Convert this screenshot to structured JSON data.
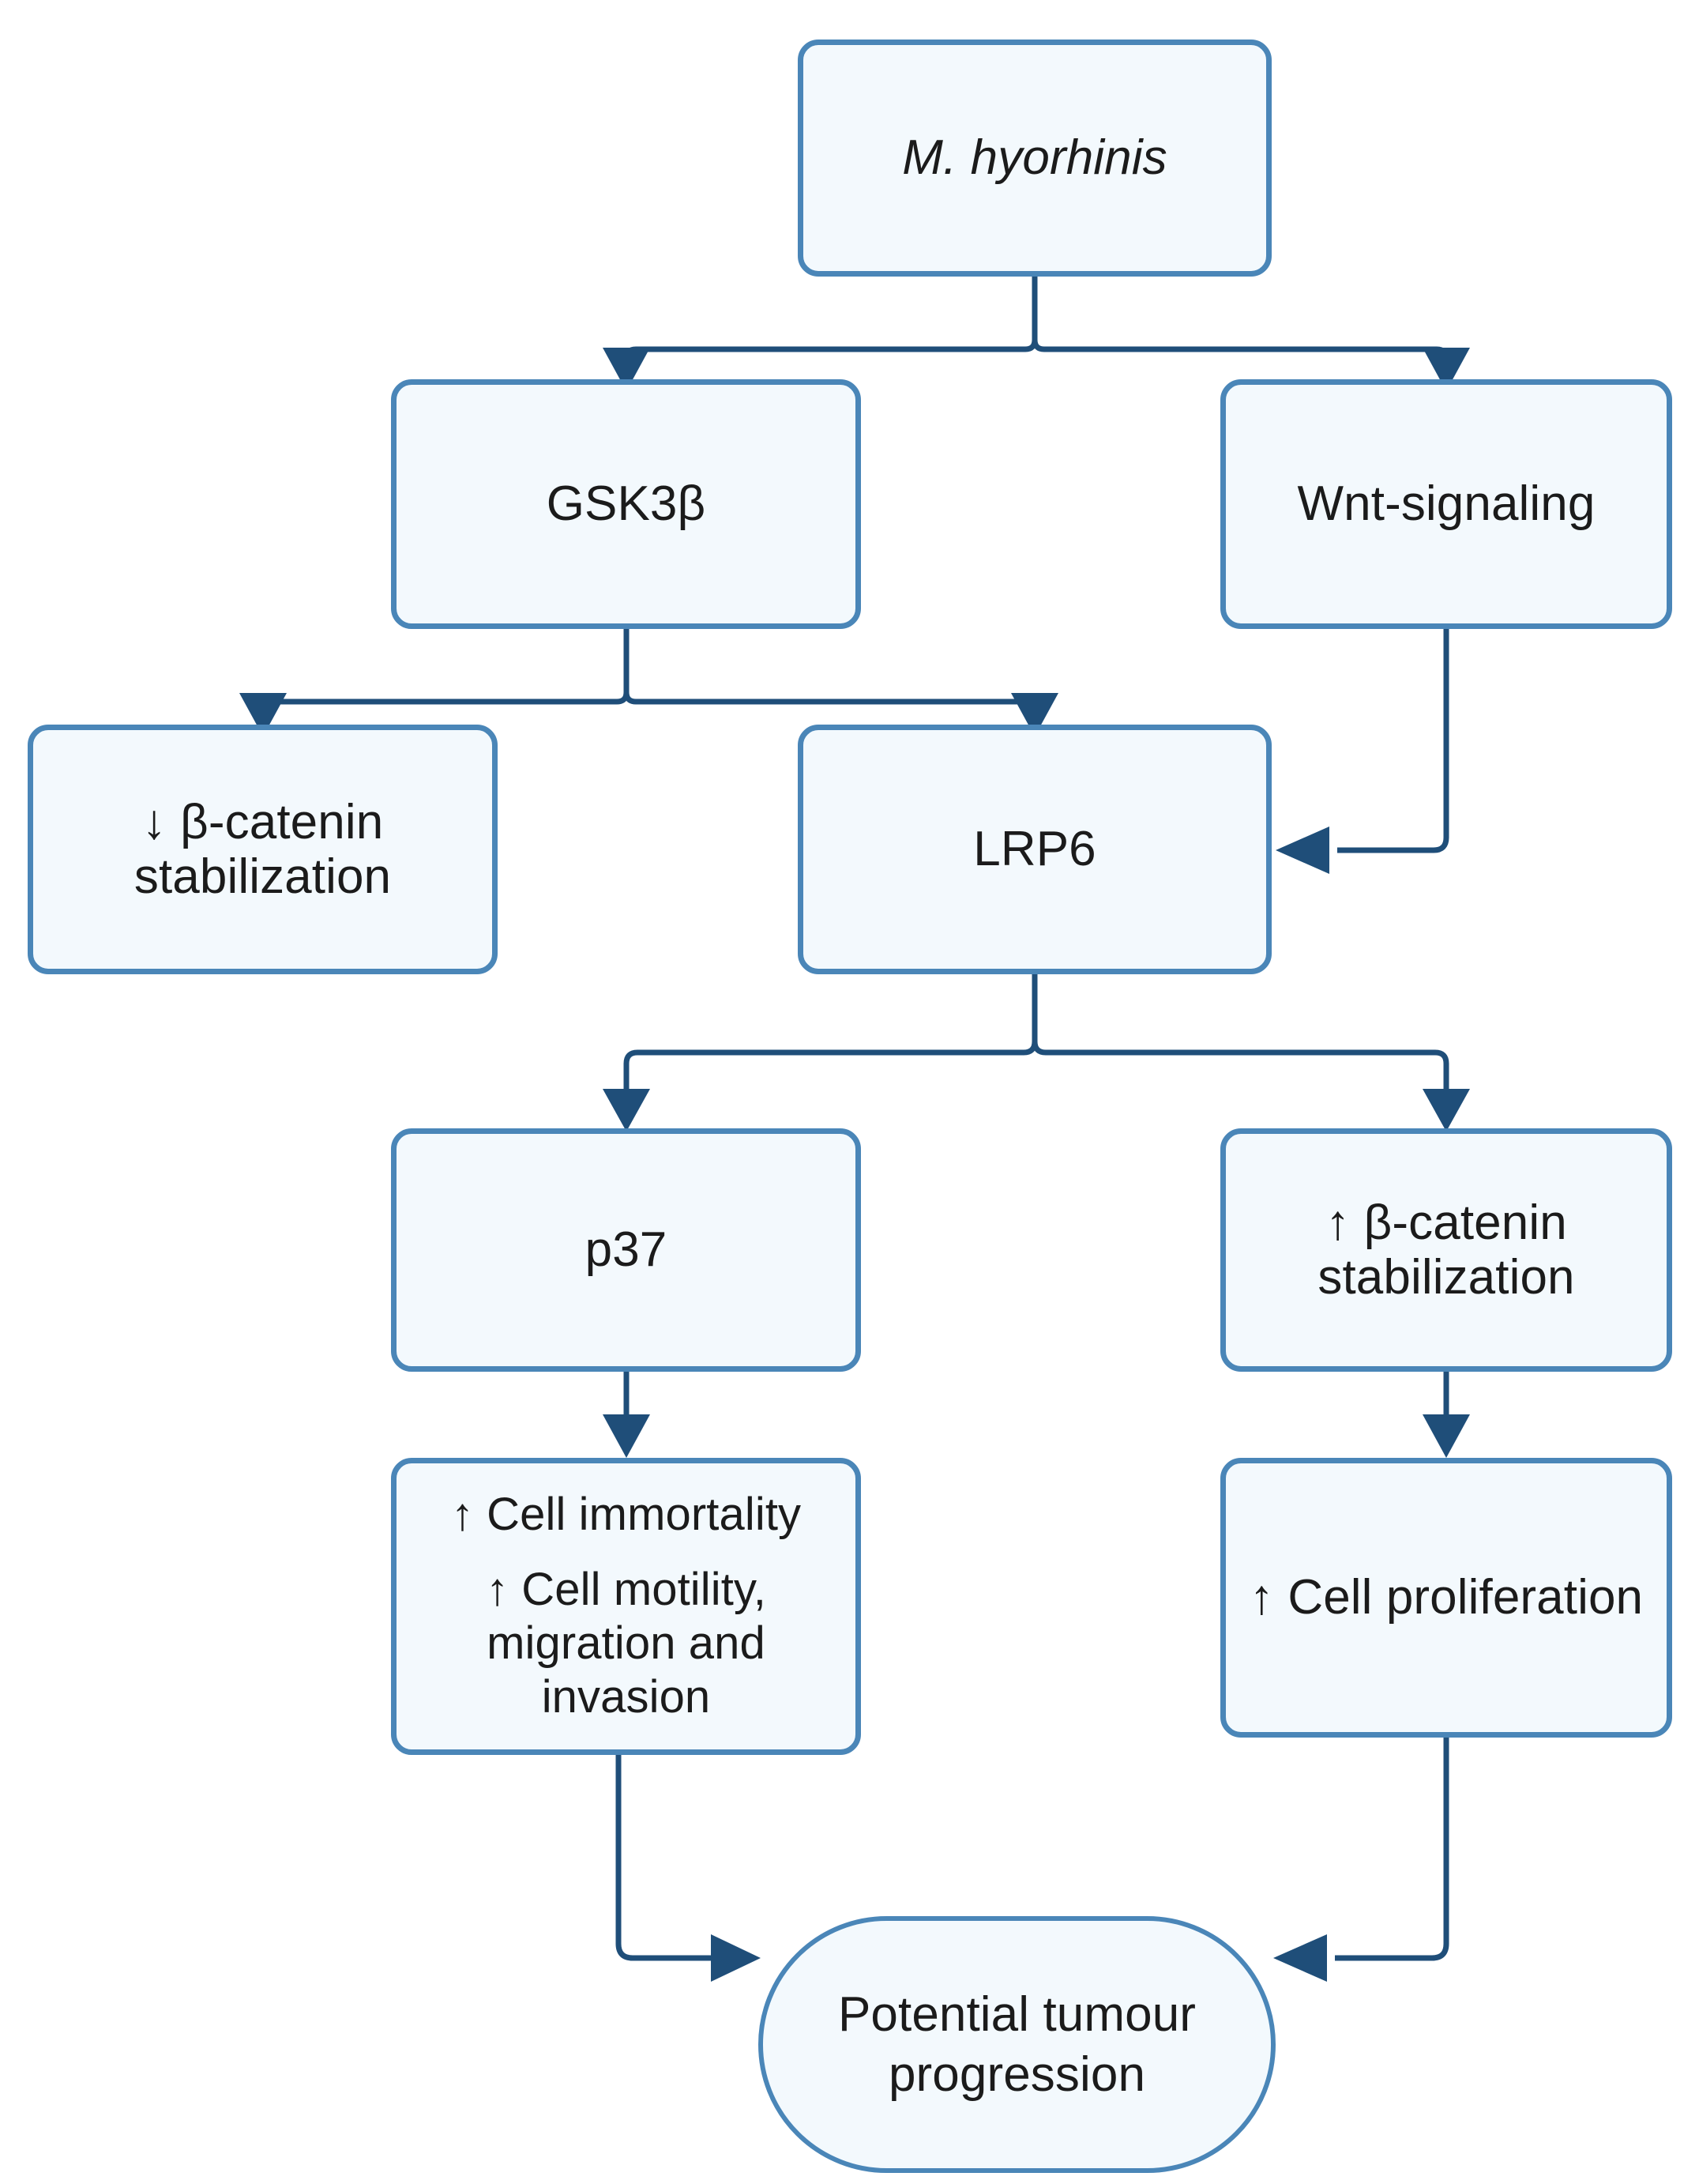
{
  "diagram": {
    "type": "flowchart",
    "title": "M. hyorhinis Wnt/GSK3β signaling pathway leading to tumour progression",
    "colors": {
      "node_fill": "#f3f9fd",
      "node_border": "#4a86b8",
      "edge": "#1f4e79",
      "text": "#1b1b1b",
      "background": "#ffffff"
    },
    "nodes": [
      {
        "id": "mhyorhinis",
        "label": "M. hyorhinis",
        "shape": "rounded-rect",
        "italic": true
      },
      {
        "id": "gsk3b",
        "label": "GSK3β",
        "shape": "rounded-rect",
        "italic": false
      },
      {
        "id": "wnt",
        "label": "Wnt-signaling",
        "shape": "rounded-rect",
        "italic": false
      },
      {
        "id": "bcat_down_l1",
        "label": "↓ β-catenin",
        "shape": "rounded-rect",
        "italic": false
      },
      {
        "id": "bcat_down_l2",
        "label": "stabilization",
        "shape": "rounded-rect",
        "italic": false
      },
      {
        "id": "lrp6",
        "label": "LRP6",
        "shape": "rounded-rect",
        "italic": false
      },
      {
        "id": "p37",
        "label": "p37",
        "shape": "rounded-rect",
        "italic": false
      },
      {
        "id": "bcat_up_l1",
        "label": "↑ β-catenin",
        "shape": "rounded-rect",
        "italic": false
      },
      {
        "id": "bcat_up_l2",
        "label": "stabilization",
        "shape": "rounded-rect",
        "italic": false
      },
      {
        "id": "immortality_l1",
        "label": "↑ Cell immortality",
        "shape": "rounded-rect",
        "italic": false
      },
      {
        "id": "immortality_l2",
        "label": "↑ Cell motility,",
        "shape": "rounded-rect",
        "italic": false
      },
      {
        "id": "immortality_l3",
        "label": "migration and",
        "shape": "rounded-rect",
        "italic": false
      },
      {
        "id": "immortality_l4",
        "label": "invasion",
        "shape": "rounded-rect",
        "italic": false
      },
      {
        "id": "proliferation",
        "label": "↑ Cell proliferation",
        "shape": "rounded-rect",
        "italic": false
      },
      {
        "id": "tumour_l1",
        "label": "Potential tumour",
        "shape": "stadium",
        "italic": false
      },
      {
        "id": "tumour_l2",
        "label": "progression",
        "shape": "stadium",
        "italic": false
      }
    ],
    "edges": [
      {
        "from": "mhyorhinis",
        "to": "gsk3b",
        "style": "split-down",
        "arrow": "triangle"
      },
      {
        "from": "mhyorhinis",
        "to": "wnt",
        "style": "split-down",
        "arrow": "triangle"
      },
      {
        "from": "gsk3b",
        "to": "bcat_down",
        "style": "split-down",
        "arrow": "triangle"
      },
      {
        "from": "gsk3b",
        "to": "lrp6",
        "style": "split-down",
        "arrow": "triangle"
      },
      {
        "from": "wnt",
        "to": "lrp6",
        "style": "elbow-left",
        "arrow": "triangle"
      },
      {
        "from": "lrp6",
        "to": "p37",
        "style": "split-down",
        "arrow": "triangle"
      },
      {
        "from": "lrp6",
        "to": "bcat_up",
        "style": "split-down",
        "arrow": "triangle"
      },
      {
        "from": "p37",
        "to": "immortality",
        "style": "straight-down",
        "arrow": "triangle"
      },
      {
        "from": "bcat_up",
        "to": "proliferation",
        "style": "straight-down",
        "arrow": "triangle"
      },
      {
        "from": "immortality",
        "to": "tumour",
        "style": "elbow-right",
        "arrow": "triangle"
      },
      {
        "from": "proliferation",
        "to": "tumour",
        "style": "elbow-left",
        "arrow": "triangle"
      }
    ]
  }
}
